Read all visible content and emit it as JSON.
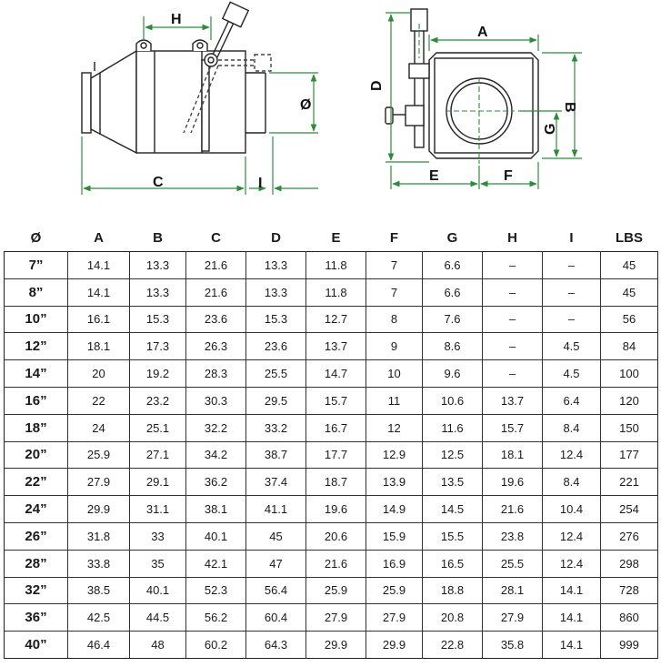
{
  "drawing_labels": {
    "side": {
      "H": "H",
      "diameter": "Ø",
      "C": "C",
      "I": "I"
    },
    "front": {
      "A": "A",
      "D": "D",
      "B": "B",
      "G": "G",
      "E": "E",
      "F": "F"
    }
  },
  "colors": {
    "dimension": "#2e8b3e",
    "line": "#222222",
    "hidden": "#444444"
  },
  "table": {
    "headers": [
      "Ø",
      "A",
      "B",
      "C",
      "D",
      "E",
      "F",
      "G",
      "H",
      "I",
      "LBS"
    ],
    "rows": [
      [
        "7”",
        "14.1",
        "13.3",
        "21.6",
        "13.3",
        "11.8",
        "7",
        "6.6",
        "–",
        "–",
        "45"
      ],
      [
        "8”",
        "14.1",
        "13.3",
        "21.6",
        "13.3",
        "11.8",
        "7",
        "6.6",
        "–",
        "–",
        "45"
      ],
      [
        "10”",
        "16.1",
        "15.3",
        "23.6",
        "15.3",
        "12.7",
        "8",
        "7.6",
        "–",
        "–",
        "56"
      ],
      [
        "12”",
        "18.1",
        "17.3",
        "26.3",
        "23.6",
        "13.7",
        "9",
        "8.6",
        "–",
        "4.5",
        "84"
      ],
      [
        "14”",
        "20",
        "19.2",
        "28.3",
        "25.5",
        "14.7",
        "10",
        "9.6",
        "–",
        "4.5",
        "100"
      ],
      [
        "16”",
        "22",
        "23.2",
        "30.3",
        "29.5",
        "15.7",
        "11",
        "10.6",
        "13.7",
        "6.4",
        "120"
      ],
      [
        "18”",
        "24",
        "25.1",
        "32.2",
        "33.2",
        "16.7",
        "12",
        "11.6",
        "15.7",
        "8.4",
        "150"
      ],
      [
        "20”",
        "25.9",
        "27.1",
        "34.2",
        "38.7",
        "17.7",
        "12.9",
        "12.5",
        "18.1",
        "12.4",
        "177"
      ],
      [
        "22”",
        "27.9",
        "29.1",
        "36.2",
        "37.4",
        "18.7",
        "13.9",
        "13.5",
        "19.6",
        "8.4",
        "221"
      ],
      [
        "24”",
        "29.9",
        "31.1",
        "38.1",
        "41.1",
        "19.6",
        "14.9",
        "14.5",
        "21.6",
        "10.4",
        "254"
      ],
      [
        "26”",
        "31.8",
        "33",
        "40.1",
        "45",
        "20.6",
        "15.9",
        "15.5",
        "23.8",
        "12.4",
        "276"
      ],
      [
        "28”",
        "33.8",
        "35",
        "42.1",
        "47",
        "21.6",
        "16.9",
        "16.5",
        "25.5",
        "12.4",
        "298"
      ],
      [
        "32”",
        "38.5",
        "40.1",
        "52.3",
        "56.4",
        "25.9",
        "25.9",
        "18.8",
        "28.1",
        "14.1",
        "728"
      ],
      [
        "36”",
        "42.5",
        "44.5",
        "56.2",
        "60.4",
        "27.9",
        "27.9",
        "20.8",
        "27.9",
        "14.1",
        "860"
      ],
      [
        "40”",
        "46.4",
        "48",
        "60.2",
        "64.3",
        "29.9",
        "29.9",
        "22.8",
        "35.8",
        "14.1",
        "999"
      ]
    ]
  }
}
